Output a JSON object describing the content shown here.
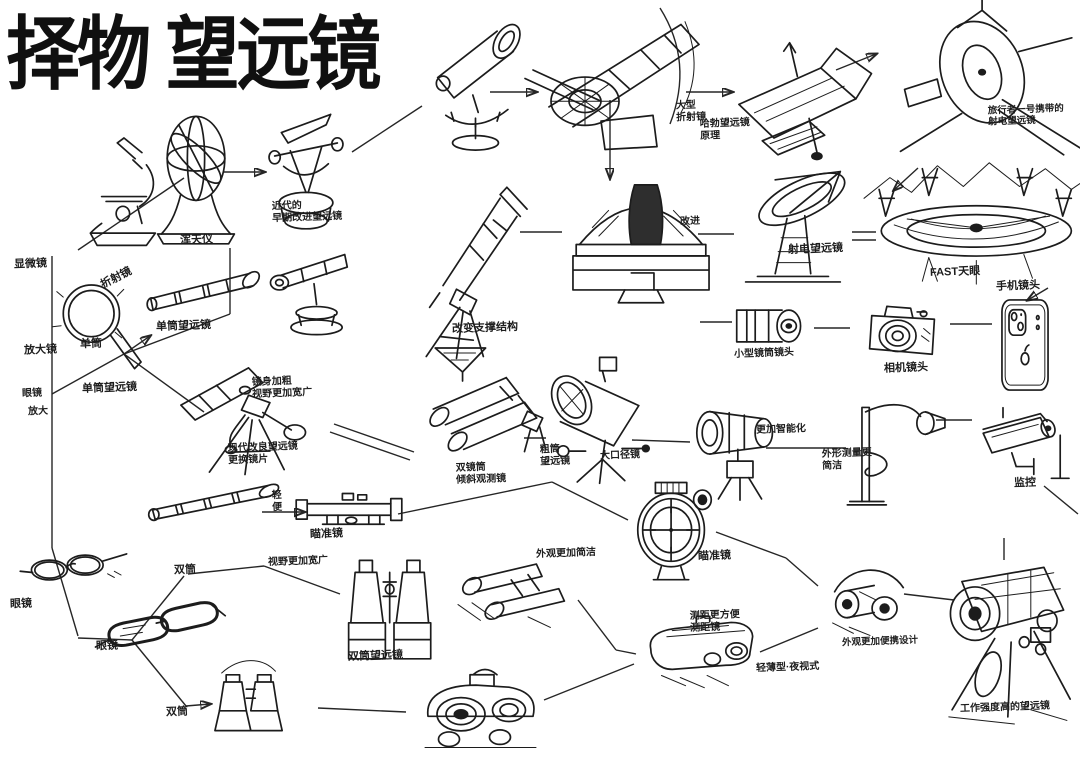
{
  "title": "择物 望远镜",
  "ink_color": "#1c1c1c",
  "paper_color": "#ffffff",
  "sketches": [
    "microscope",
    "armillary-sphere",
    "early-theodolite-telescope",
    "mounted-telescope",
    "great-refractor",
    "hubble-space-telescope",
    "voyager-probe",
    "observatory-dome",
    "radio-telescope-dish",
    "fast-radio-telescope",
    "spyglass",
    "desk-telescope",
    "tripod-refractor",
    "magnifying-glass",
    "camera-lens",
    "dslr-camera",
    "smartphone",
    "equatorial-refractor",
    "twin-tube-reflector",
    "newtonian-reflector",
    "spotting-scope",
    "pole-camera",
    "cctv-camera",
    "collapsible-spyglass",
    "rifle-scope-side",
    "rifle-scope-front",
    "large-binoculars",
    "compact-binoculars",
    "laser-rangefinder",
    "night-vision-binoculars",
    "heavy-duty-telescope",
    "round-glasses",
    "thick-glasses",
    "small-binoculars",
    "toy-binoculars",
    "cone-doodle"
  ],
  "labels": [
    {
      "text": "显微镜"
    },
    {
      "text": "浑天仪"
    },
    {
      "text": "近代的\n早期改进望远镜"
    },
    {
      "text": "大型\n折射镜"
    },
    {
      "text": "哈勃望远镜\n原理"
    },
    {
      "text": "旅行者一号携带的\n射电望远镜"
    },
    {
      "text": "改进"
    },
    {
      "text": "射电望远镜"
    },
    {
      "text": "FAST天眼"
    },
    {
      "text": "折射镜"
    },
    {
      "text": "单筒望远镜"
    },
    {
      "text": "单筒"
    },
    {
      "text": "单筒望远镜"
    },
    {
      "text": "放大镜"
    },
    {
      "text": "眼镜"
    },
    {
      "text": "放大"
    },
    {
      "text": "改变支撑结构"
    },
    {
      "text": "小型镜筒镜头"
    },
    {
      "text": "相机镜头"
    },
    {
      "text": "手机镜头"
    },
    {
      "text": "镜身加粗\n视野更加宽广"
    },
    {
      "text": "现代改良望远镜\n更换镜片"
    },
    {
      "text": "双镜筒\n倾斜观测镜"
    },
    {
      "text": "粗筒\n望远镜"
    },
    {
      "text": "大口径镜"
    },
    {
      "text": "更加智能化"
    },
    {
      "text": "外形测量更\n简洁"
    },
    {
      "text": "监控"
    },
    {
      "text": "轻便"
    },
    {
      "text": "瞄准镜"
    },
    {
      "text": "视野更加宽广"
    },
    {
      "text": "双筒"
    },
    {
      "text": "双筒望远镜"
    },
    {
      "text": "外观更加简洁"
    },
    {
      "text": "瞄准镜"
    },
    {
      "text": "测距更方便\n测距镜"
    },
    {
      "text": "轻薄型·夜视式"
    },
    {
      "text": "外观更加便携设计"
    },
    {
      "text": "工作强度高的望远镜"
    },
    {
      "text": "眼镜"
    },
    {
      "text": "眼镜"
    },
    {
      "text": "双筒"
    }
  ]
}
